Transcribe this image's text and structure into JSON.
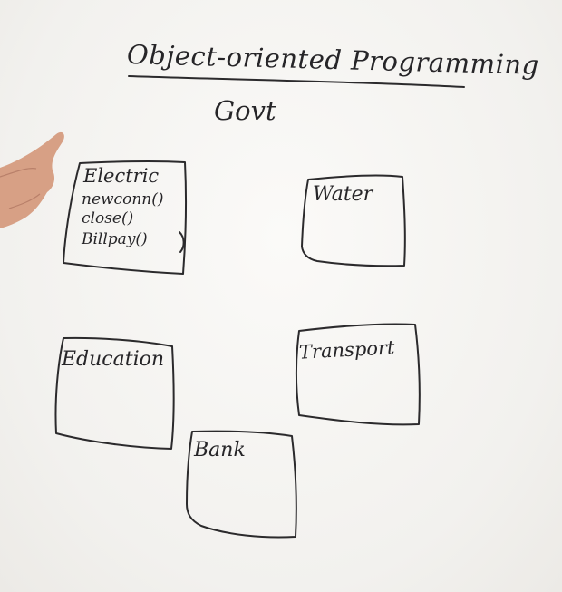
{
  "title": "Object-oriented Programming",
  "subtitle": "Govt",
  "boxes": {
    "electric": {
      "label": "Electric",
      "methods": [
        "newconn()",
        "close()",
        "Billpay()"
      ]
    },
    "water": {
      "label": "Water"
    },
    "education": {
      "label": "Education"
    },
    "transport": {
      "label": "Transport"
    },
    "bank": {
      "label": "Bank"
    }
  },
  "colors": {
    "board": "#f4f3f1",
    "ink": "#2b2a2c",
    "skin": "#d7a085"
  }
}
